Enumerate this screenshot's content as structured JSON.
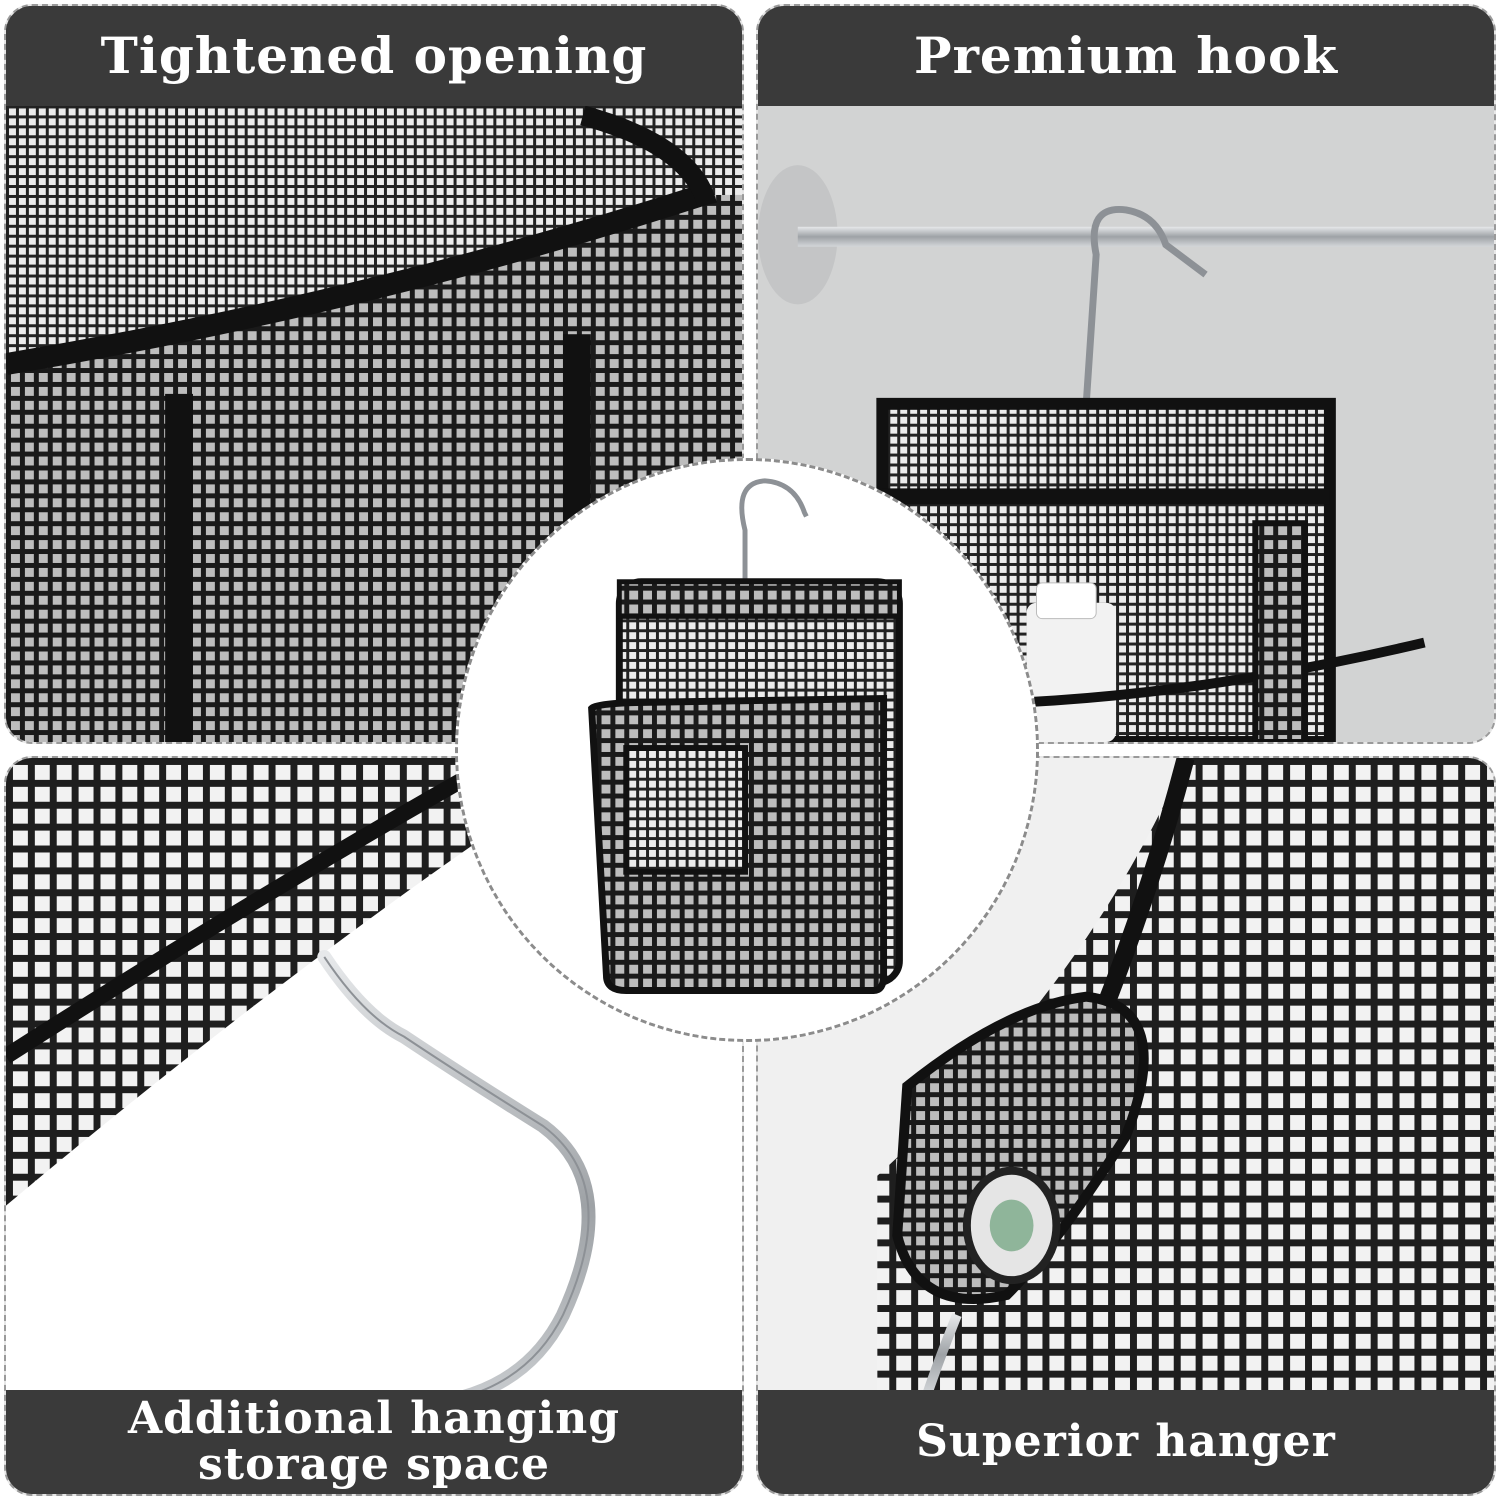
{
  "panels": {
    "top_left": {
      "label": "Tightened opening"
    },
    "top_right": {
      "label": "Premium hook"
    },
    "bottom_left": {
      "label_line1": "Additional hanging",
      "label_line2": "storage space"
    },
    "bottom_right": {
      "label": "Superior hanger"
    }
  },
  "colors": {
    "banner": "#3a3a3a",
    "mesh": "#1c1c1c",
    "background": "#ffffff",
    "steel": "#b9bcc0"
  }
}
